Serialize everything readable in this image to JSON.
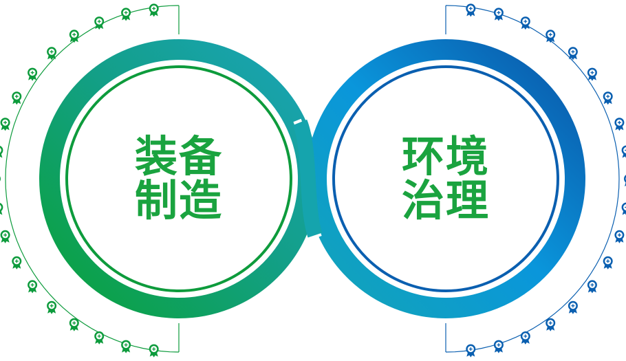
{
  "colors": {
    "green": "#0d9b3c",
    "teal": "#1aa6a8",
    "blue": "#0a5fb0",
    "light_blue": "#0a96db",
    "left_text": "#1aa33f",
    "right_text": "#1aa33f"
  },
  "left": {
    "title_line1": "装备",
    "title_line2": "制造",
    "badge_icon": "award-ribbon-icon"
  },
  "right": {
    "title_line1": "环境",
    "title_line2": "治理",
    "badge_icon": "award-ribbon-icon"
  }
}
